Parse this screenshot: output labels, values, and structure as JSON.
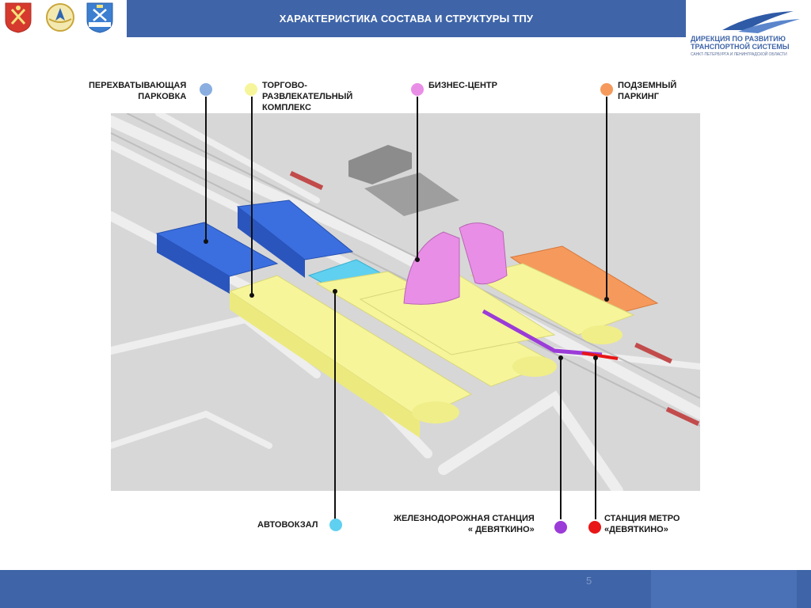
{
  "header": {
    "title": "ХАРАКТЕРИСТИКА СОСТАВА И СТРУКТУРЫ ТПУ"
  },
  "logo": {
    "line1": "ДИРЕКЦИЯ ПО РАЗВИТИЮ",
    "line2": "ТРАНСПОРТНОЙ СИСТЕМЫ",
    "line3": "САНКТ-ПЕТЕРБУРГА И ЛЕНИНГРАДСКОЙ ОБЛАСТИ"
  },
  "labels": {
    "parking": "ПЕРЕХВАТЫВАЮЩАЯ\nПАРКОВКА",
    "mall": "ТОРГОВО-\nРАЗВЛЕКАТЕЛЬНЫЙ\nКОМПЛЕКС",
    "business": "БИЗНЕС-ЦЕНТР",
    "underground": "ПОДЗЕМНЫЙ\nПАРКИНГ",
    "bus": "АВТОВОКЗАЛ",
    "rail": "ЖЕЛЕЗНОДОРОЖНАЯ СТАНЦИЯ\n« ДЕВЯТКИНО»",
    "metro": "СТАНЦИЯ МЕТРО\n«ДЕВЯТКИНО»"
  },
  "colors": {
    "title_bar": "#3f65a8",
    "parking": "#8aaee0",
    "mall": "#f6f59a",
    "business": "#e98ee6",
    "underground": "#f59a5c",
    "bus": "#5fd0f0",
    "rail": "#9b3bd8",
    "metro": "#e81616"
  },
  "page": {
    "number": "5"
  }
}
